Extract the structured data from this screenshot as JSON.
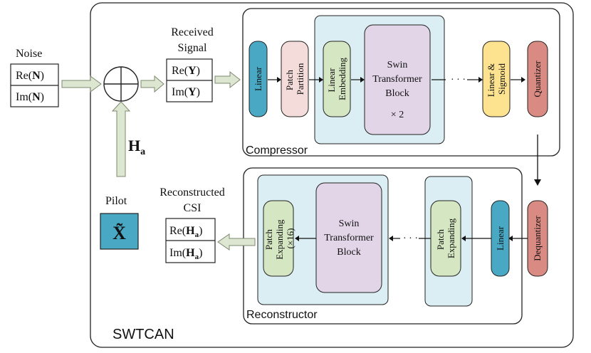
{
  "system_label": "SWTCAN",
  "noise": {
    "title": "Noise",
    "re": "Re(N)",
    "im": "Im(N)"
  },
  "channel_label": "Ha",
  "received": {
    "title_line1": "Received",
    "title_line2": "Signal",
    "re": "Re(Y)",
    "im": "Im(Y)"
  },
  "pilot": {
    "title": "Pilot",
    "symbol": "X̃"
  },
  "reconstructed": {
    "title_line1": "Reconstructed",
    "title_line2": "CSI",
    "re": "Re(Ha)",
    "im": "Im(Ha)"
  },
  "compressor": {
    "title": "Compressor",
    "linear": "Linear",
    "patch_partition": [
      "Patch",
      "Partition"
    ],
    "linear_embedding": [
      "Linear",
      "Embedding"
    ],
    "swin_block": [
      "Swin",
      "Transformer",
      "Block"
    ],
    "repeat": "× 2",
    "ellipsis": "· · ·",
    "linear_sigmoid": [
      "Linear &",
      "Sigmoid"
    ],
    "quantizer": "Quantizer"
  },
  "dequantizer": "Dequantizer",
  "reconstructor": {
    "title": "Reconstructor",
    "linear": "Linear",
    "patch_expanding": [
      "Patch",
      "Expanding"
    ],
    "ellipsis": "· · ·",
    "swin_block": [
      "Swin",
      "Transformer",
      "Block"
    ],
    "patch_expanding_x16": [
      "Patch",
      "Expanding",
      "(×16)"
    ]
  },
  "colors": {
    "linear_blue": "#49a8c4",
    "patch_pink": "#f4dcda",
    "embed_green": "#d5e6c2",
    "swin_purple": "#e1d5e7",
    "panel_lightblue": "#dbeef3",
    "sigmoid_yellow": "#fde38f",
    "quantizer_red": "#d98a82",
    "arrow_fill": "#dde6d0"
  }
}
